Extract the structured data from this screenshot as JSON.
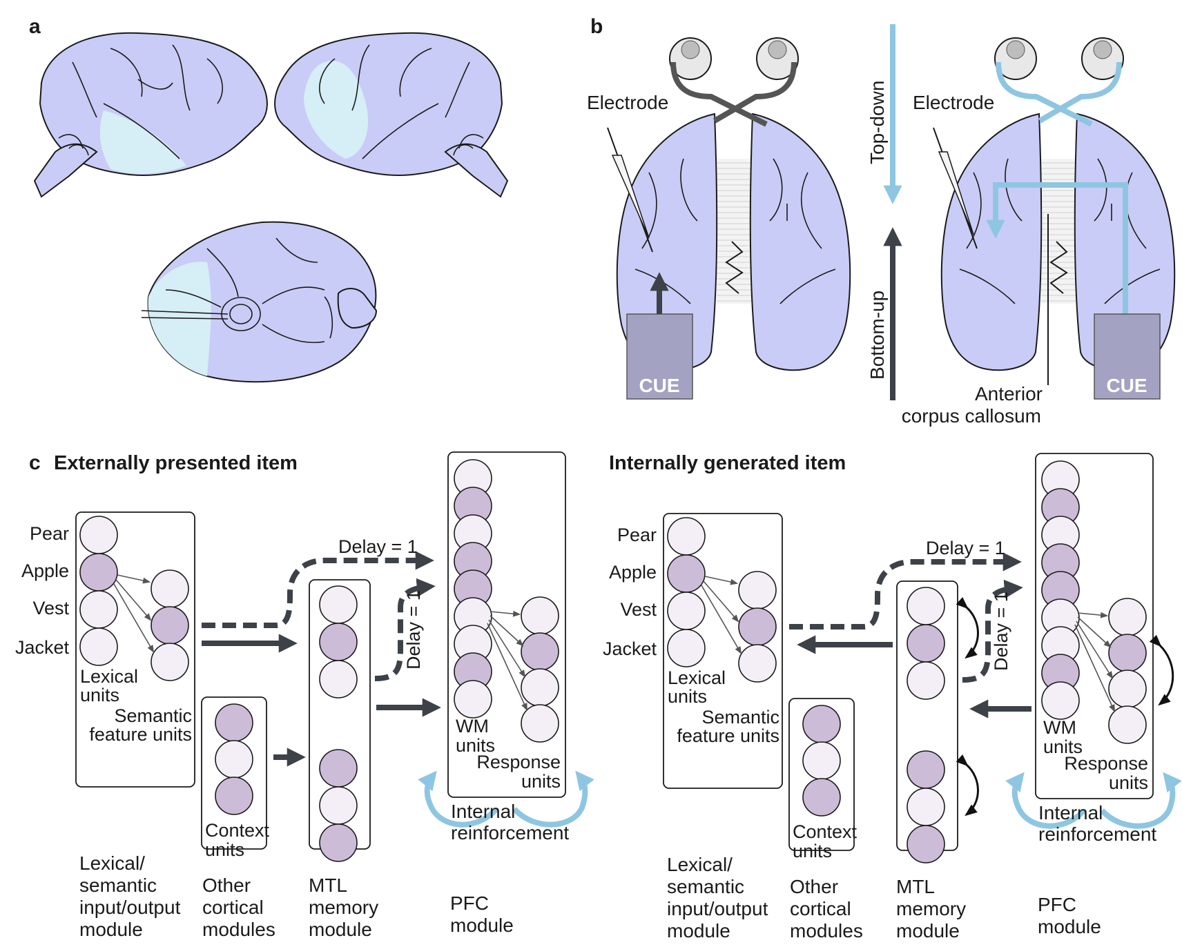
{
  "panels": {
    "a": "a",
    "b": "b",
    "c": "c"
  },
  "panel_b": {
    "electrode_left": "Electrode",
    "electrode_right": "Electrode",
    "top_down": "Top-down",
    "bottom_up": "Bottom-up",
    "cue_left": "CUE",
    "cue_right": "CUE",
    "anterior": "Anterior",
    "corpus_callosum": "corpus callosum"
  },
  "panel_c": {
    "left": {
      "heading": "Externally presented item",
      "items": [
        "Pear",
        "Apple",
        "Vest",
        "Jacket"
      ],
      "lexical_units": [
        "Lexical",
        "units"
      ],
      "semantic_units": [
        "Semantic",
        "feature units"
      ],
      "context_units": [
        "Context",
        "units"
      ],
      "wm_units": [
        "WM",
        "units"
      ],
      "response_units": [
        "Response",
        "units"
      ],
      "delay_top": "Delay = 1",
      "delay_side": "Delay = 1",
      "reinforcement": [
        "Internal",
        "reinforcement"
      ],
      "module_lexical": [
        "Lexical/",
        "semantic",
        "input/output",
        "module"
      ],
      "module_other": [
        "Other",
        "cortical",
        "modules"
      ],
      "module_mtl": [
        "MTL",
        "memory",
        "module"
      ],
      "module_pfc": [
        "PFC",
        "module"
      ]
    },
    "right": {
      "heading": "Internally generated item",
      "items": [
        "Pear",
        "Apple",
        "Vest",
        "Jacket"
      ],
      "lexical_units": [
        "Lexical",
        "units"
      ],
      "semantic_units": [
        "Semantic",
        "feature units"
      ],
      "context_units": [
        "Context",
        "units"
      ],
      "wm_units": [
        "WM",
        "units"
      ],
      "response_units": [
        "Response",
        "units"
      ],
      "delay_top": "Delay = 1",
      "delay_side": "Delay = 1",
      "reinforcement": [
        "Internal",
        "reinforcement"
      ],
      "module_lexical": [
        "Lexical/",
        "semantic",
        "input/output",
        "module"
      ],
      "module_other": [
        "Other",
        "cortical",
        "modules"
      ],
      "module_mtl": [
        "MTL",
        "memory",
        "module"
      ],
      "module_pfc": [
        "PFC",
        "module"
      ]
    }
  },
  "colors": {
    "brain": "#c9ccf6",
    "brain_highlight": "#d6eef6",
    "unit_light": "#f4eff6",
    "unit_dark": "#cdbcd8",
    "arrow_dark": "#3d4148",
    "arrow_blue": "#8ec6e2",
    "cue_box": "#a3a2c2"
  }
}
